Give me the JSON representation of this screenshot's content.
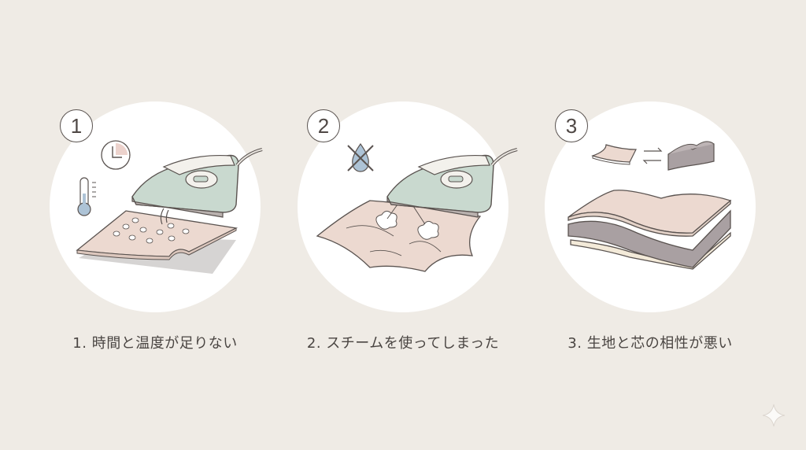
{
  "steps": [
    {
      "number": "1",
      "caption": "1. 時間と温度が足りない",
      "icons": [
        "clock-icon",
        "thermometer-icon",
        "iron-icon"
      ]
    },
    {
      "number": "2",
      "caption": "2. スチームを使ってしまった",
      "icons": [
        "no-water-drop-icon",
        "iron-icon",
        "steam-icon"
      ]
    },
    {
      "number": "3",
      "caption": "3. 生地と芯の相性が悪い",
      "icons": [
        "fabric-swatch-icon",
        "swap-arrows-icon",
        "interfacing-block-icon",
        "layers-icon"
      ]
    }
  ],
  "colors": {
    "background": "#efebe5",
    "circle": "#ffffff",
    "fabric": "#ecd9d0",
    "iron": "#c9d9cf",
    "interfacing": "#a9a0a2",
    "line": "#5a5350"
  }
}
